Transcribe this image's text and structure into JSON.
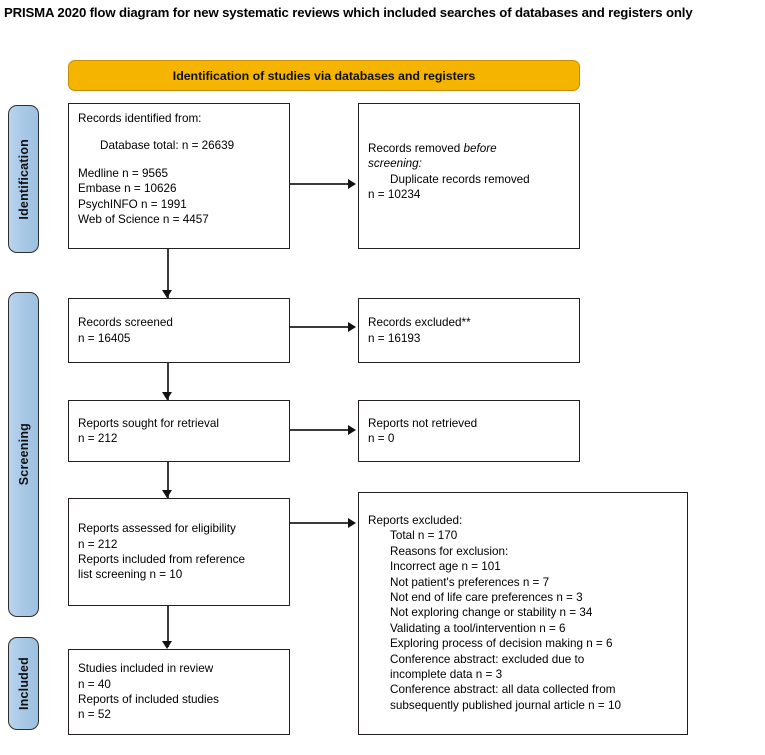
{
  "title": "PRISMA 2020 flow diagram for new systematic reviews which included searches of databases and registers only",
  "colors": {
    "band": "#f5b400",
    "stage_tab": "#a8c8e6",
    "box_border": "#231f20",
    "connector": "#3a3a3a"
  },
  "band": {
    "identification_label": "Identification of studies via databases and registers"
  },
  "stages": [
    {
      "id": "identification",
      "label": "Identification"
    },
    {
      "id": "screening",
      "label": "Screening"
    },
    {
      "id": "included",
      "label": "Included"
    }
  ],
  "nodes": {
    "records_identified": {
      "heading": "Records identified from:",
      "database_total": "Database total: n = 26639",
      "sources": [
        "Medline n = 9565",
        "Embase n = 10626",
        "PsychINFO n = 1991",
        "Web of Science n = 4457"
      ]
    },
    "records_removed": {
      "line1": "Records removed ",
      "line1_italic": "before",
      "line2_italic": "screening:",
      "line3": "Duplicate records removed",
      "line4": "n = 10234"
    },
    "records_screened": {
      "line1": "Records screened",
      "line2": "n = 16405"
    },
    "records_excluded": {
      "line1": "Records excluded**",
      "line2": "n = 16193"
    },
    "reports_sought": {
      "line1": "Reports sought for retrieval",
      "line2": "n = 212"
    },
    "reports_not_retrieved": {
      "line1": "Reports not retrieved",
      "line2": "n = 0"
    },
    "reports_assessed": {
      "line1": "Reports assessed for eligibility",
      "line2": "n = 212",
      "line3": "Reports included from reference",
      "line4": "list screening n = 10"
    },
    "reports_excluded": {
      "heading": "Reports excluded:",
      "items": [
        "Total n = 170",
        "Reasons for exclusion:",
        "Incorrect age n = 101",
        "Not patient's preferences n = 7",
        "Not end of life care preferences n = 3",
        "Not exploring change or stability n = 34",
        "Validating a tool/intervention n = 6",
        "Exploring process of decision making n = 6",
        "Conference abstract: excluded due to",
        "incomplete data n = 3",
        "Conference abstract: all data collected from",
        "subsequently published journal article n = 10"
      ]
    },
    "studies_included": {
      "line1": "Studies included in review",
      "line2": "n = 40",
      "line3": "Reports of included studies",
      "line4": "n = 52"
    }
  }
}
